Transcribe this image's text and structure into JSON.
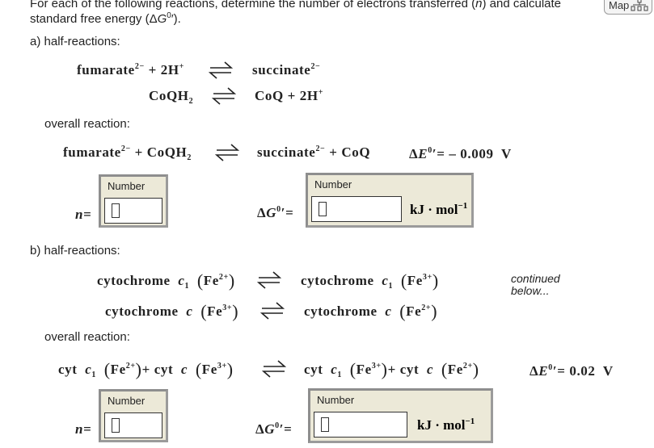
{
  "header": {
    "instructions_line1": "For each of the following reactions, determine the number of electrons transferred (n) and calculate",
    "instructions_line2": "standard free energy (ΔG⁰′).",
    "map_button": "Map",
    "map_icon": "hierarchy-icon"
  },
  "part_a": {
    "label": "a) half-reactions:",
    "half_reactions": [
      {
        "left": "fumarate²⁻ + 2H⁺",
        "right": "succinate²⁻"
      },
      {
        "left": "CoQH₂",
        "right": "CoQ + 2H⁺"
      }
    ],
    "overall_label": "overall reaction:",
    "overall": {
      "left": "fumarate²⁻ + CoQH₂",
      "right": "succinate²⁻ + CoQ",
      "delta_e": "ΔE⁰′= – 0.009 V"
    },
    "n_label": "n =",
    "n_box_label": "Number",
    "n_value": "",
    "g_label": "ΔG⁰′=",
    "g_box_label": "Number",
    "g_value": "",
    "unit": "kJ · mol⁻¹"
  },
  "part_b": {
    "label": "b) half-reactions:",
    "half_reactions": [
      {
        "left": "cytochrome c₁ (Fe²⁺)",
        "right": "cytochrome c₁ (Fe³⁺)"
      },
      {
        "left": "cytochrome c (Fe³⁺)",
        "right": "cytochrome c (Fe²⁺)"
      }
    ],
    "continued": "continued below...",
    "overall_label": "overall reaction:",
    "overall": {
      "left": "cyt c₁ (Fe²⁺) + cyt c (Fe³⁺)",
      "right": "cyt c₁ (Fe³⁺) + cyt c (Fe²⁺)",
      "delta_e": "ΔE⁰′= 0.02 V"
    },
    "n_label": "n =",
    "n_box_label": "Number",
    "n_value": "",
    "g_label": "ΔG⁰′=",
    "g_box_label": "Number",
    "g_value": "",
    "unit": "kJ · mol⁻¹"
  }
}
